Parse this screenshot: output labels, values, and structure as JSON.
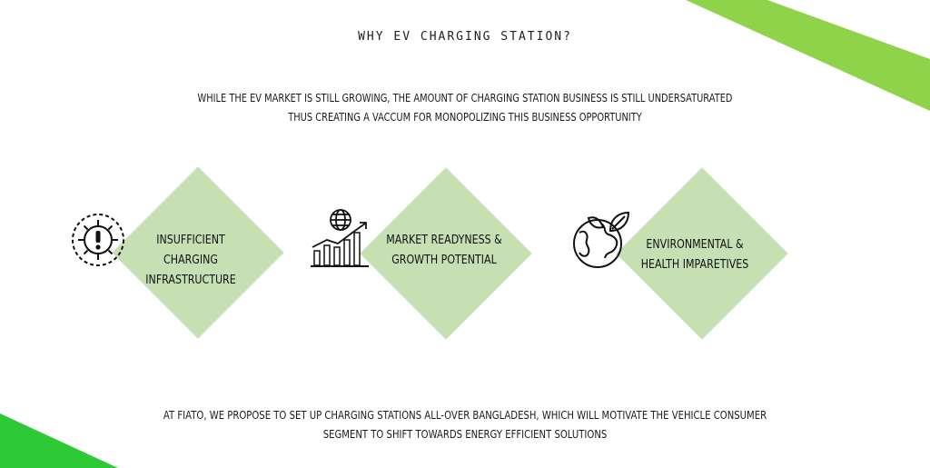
{
  "colors": {
    "accent": "#8ed34a",
    "accent_bottom": "#2ec937",
    "diamond": "#c6e0b4"
  },
  "title": "WHY EV CHARGING STATION?",
  "intro": "WHILE THE EV MARKET IS STILL GROWING, THE AMOUNT OF CHARGING STATION BUSINESS IS STILL UNDERSATURATED THUS CREATING A VACCUM FOR MONOPOLIZING THIS BUSINESS OPPORTUNITY",
  "cards": [
    {
      "icon": "gear-warning-icon",
      "line1": "INSUFFICIENT CHARGING",
      "line2": "INFRASTRUCTURE"
    },
    {
      "icon": "globe-growth-chart-icon",
      "line1": "MARKET READYNESS &",
      "line2": "GROWTH POTENTIAL"
    },
    {
      "icon": "earth-leaf-icon",
      "line1": "ENVIRONMENTAL &",
      "line2": "HEALTH IMPARETIVES"
    }
  ],
  "closing": "AT FIATO, WE PROPOSE TO SET UP CHARGING STATIONS ALL-OVER BANGLADESH, WHICH WILL MOTIVATE THE VEHICLE CONSUMER SEGMENT TO SHIFT TOWARDS ENERGY EFFICIENT SOLUTIONS"
}
